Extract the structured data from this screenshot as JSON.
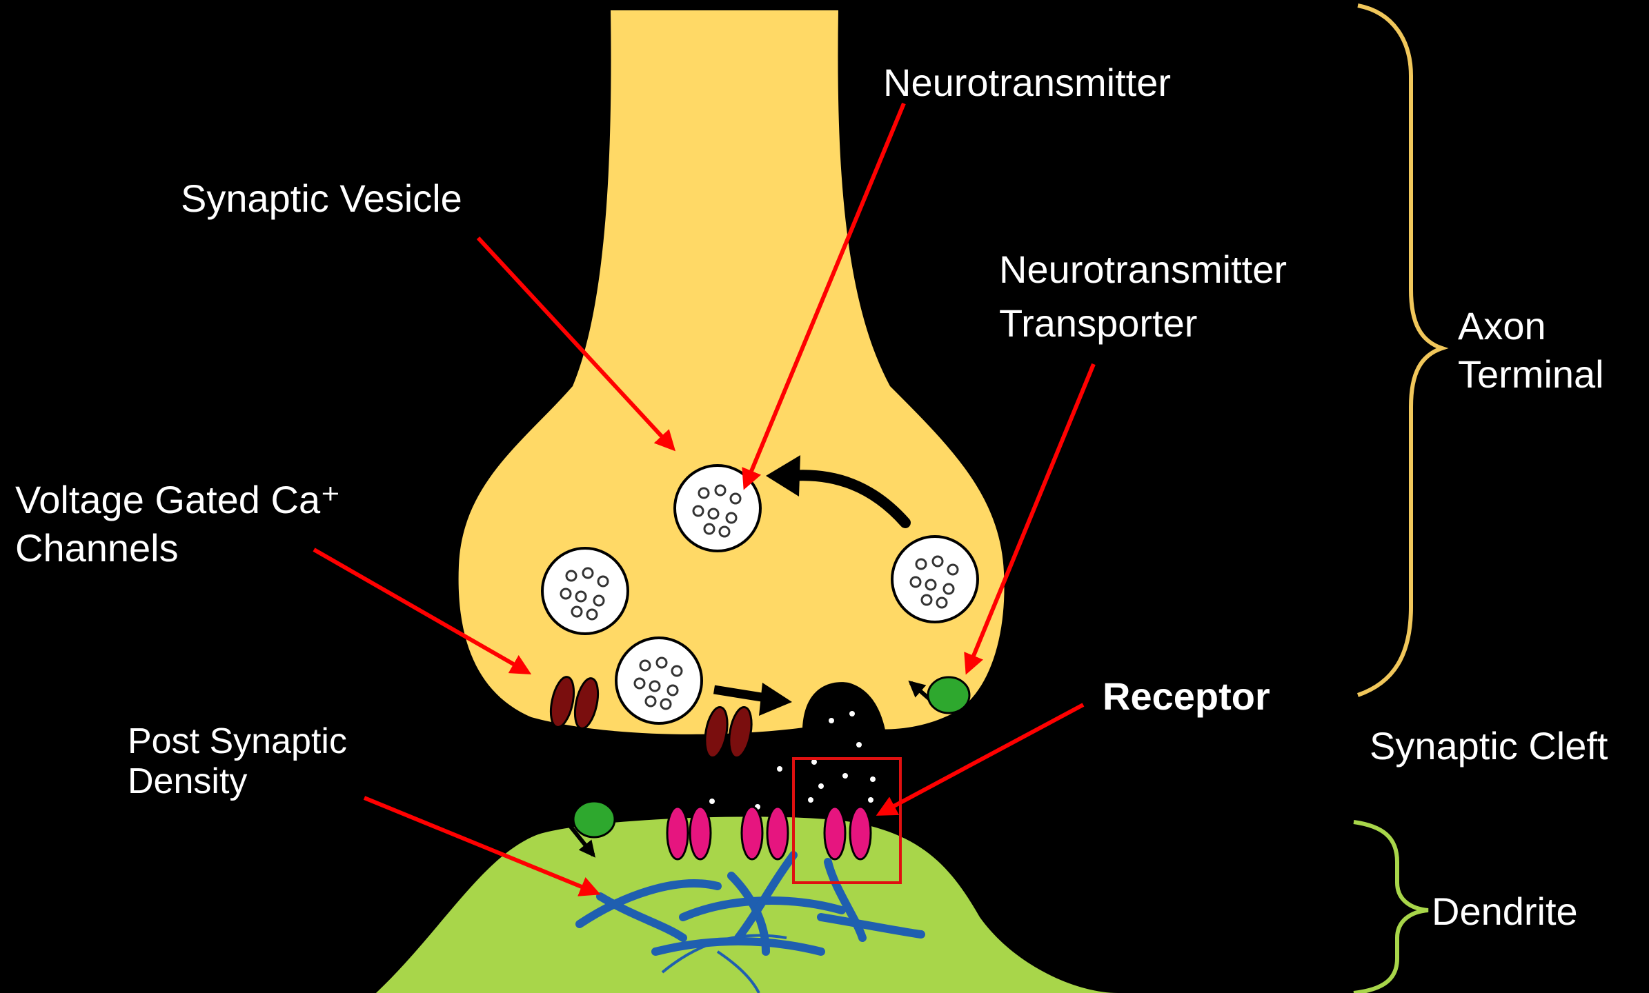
{
  "labels": {
    "neurotransmitter": "Neurotransmitter",
    "synaptic_vesicle": "Synaptic Vesicle",
    "neurotransmitter_transporter_1": "Neurotransmitter",
    "neurotransmitter_transporter_2": "Transporter",
    "axon_terminal_1": "Axon",
    "axon_terminal_2": "Terminal",
    "voltage_gated_1": "Voltage Gated Ca⁺",
    "voltage_gated_2": "Channels",
    "receptor": "Receptor",
    "post_synaptic_1": "Post Synaptic",
    "post_synaptic_2": "Density",
    "synaptic_cleft": "Synaptic Cleft",
    "dendrite": "Dendrite"
  },
  "colors": {
    "background": "#000000",
    "axon": "#FFD966",
    "dendrite": "#A8D64A",
    "arrow": "#FF0000",
    "brace_axon": "#F1C75B",
    "brace_dendrite": "#A8D64A",
    "receptor": "#E6157F",
    "calcium_channel": "#7A0E0E",
    "transporter": "#2EA82E",
    "psd_fibers": "#1F5FB0",
    "highlight_box": "#E01010"
  }
}
